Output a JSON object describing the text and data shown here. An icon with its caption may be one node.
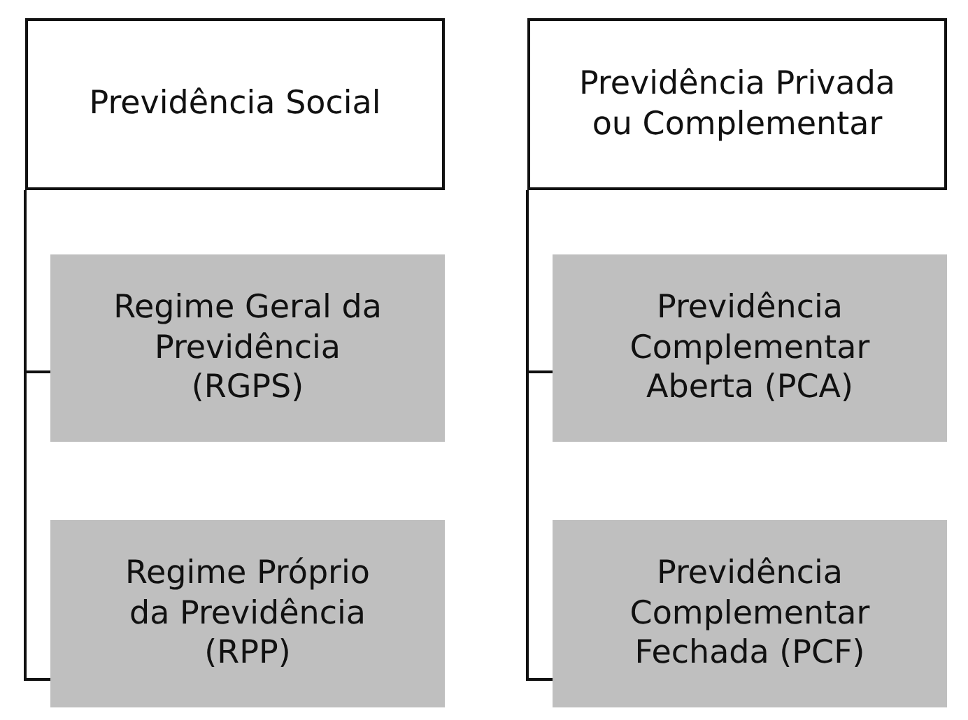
{
  "diagram": {
    "nodes": [
      {
        "text": [
          "Previdência Social"
        ]
      },
      {
        "text": [
          "Regime Geral da Previdência (RGPS)"
        ]
      },
      {
        "text": [
          "Regime Próprio da Previdência (RPP)"
        ]
      },
      {
        "text": [
          "Previdência Privada ou Complementar"
        ]
      },
      {
        "text": [
          "Previdência Complementar Aberta (PCA)"
        ]
      },
      {
        "text": [
          "Previdência Complementar Fechada (PCF)"
        ]
      }
    ],
    "edges": [
      {
        "from": 0,
        "to": 1,
        "arrow": "none"
      },
      {
        "from": 0,
        "to": 2,
        "arrow": "none"
      },
      {
        "from": 3,
        "to": 4,
        "arrow": "none"
      },
      {
        "from": 3,
        "to": 5,
        "arrow": "none"
      }
    ]
  }
}
